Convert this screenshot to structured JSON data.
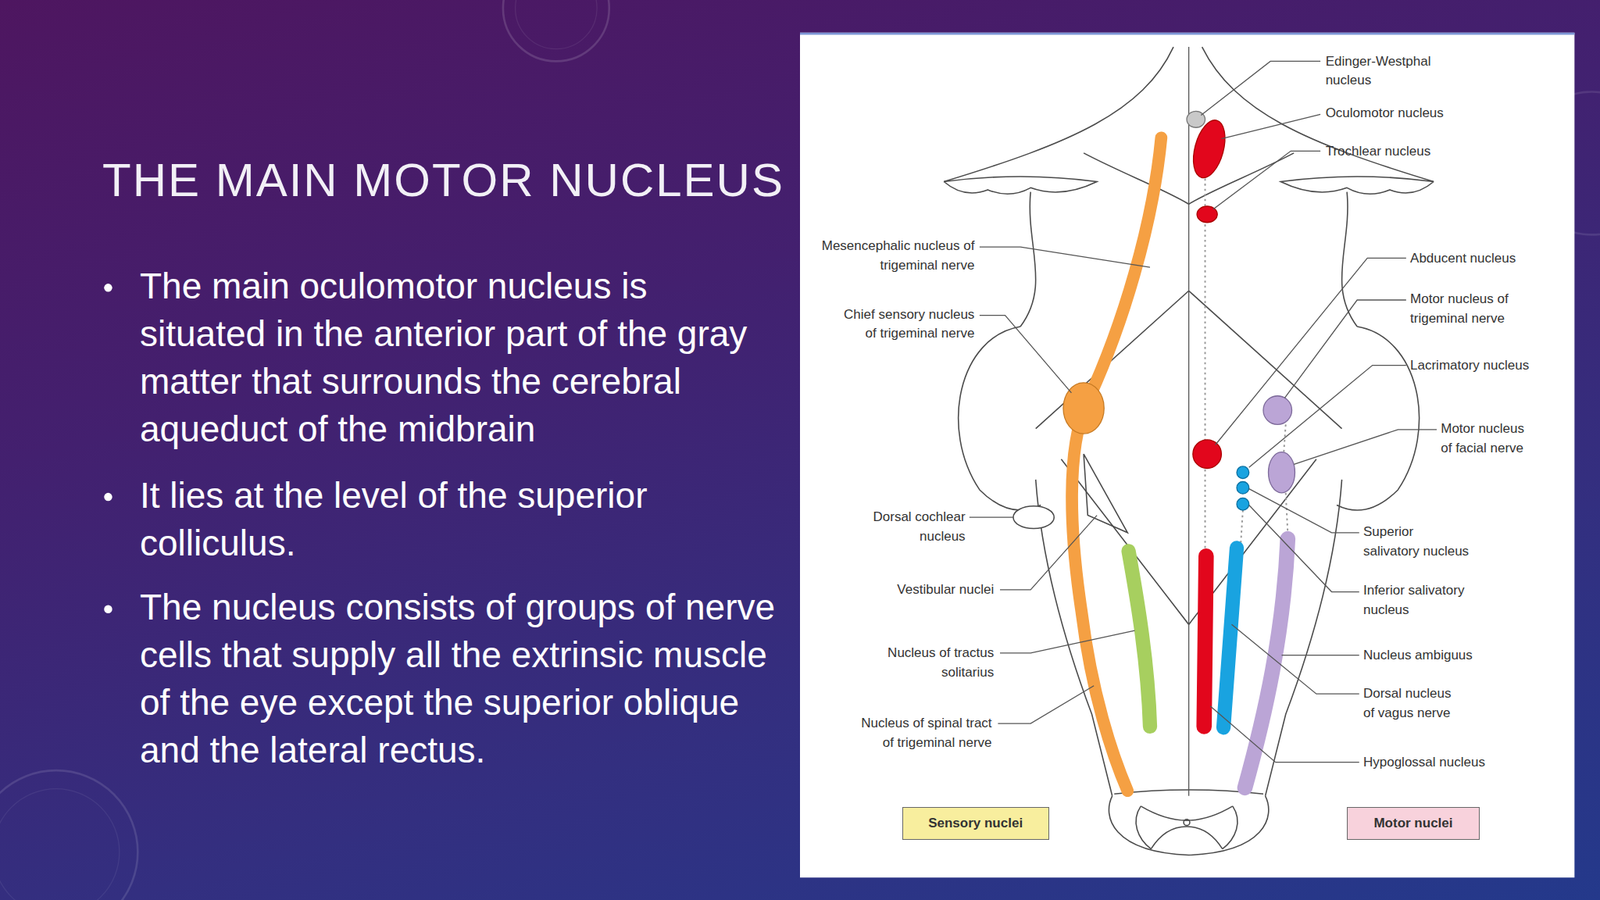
{
  "diagram": {
    "title": "THE MAIN MOTOR NUCLEUS",
    "labels": [
      "The main oculomotor nucleus is situated in the anterior part of the gray matter that surrounds the cerebral aqueduct of the midbrain",
      "It lies at the level of the superior colliculus.",
      "The nucleus consists of groups of nerve cells that supply all the extrinsic muscle of the eye except the superior oblique and the lateral rectus.",
      "Edinger-Westphal nucleus",
      "Oculomotor nucleus",
      "Trochlear nucleus",
      "Mesencephalic nucleus of trigeminal nerve",
      "Chief sensory nucleus of trigeminal nerve",
      "Abducent nucleus",
      "Motor nucleus of trigeminal nerve",
      "Lacrimatory nucleus",
      "Motor nucleus of facial nerve",
      "Dorsal cochlear nucleus",
      "Vestibular nuclei",
      "Nucleus of tractus solitarius",
      "Superior salivatory nucleus",
      "Inferior salivatory nucleus",
      "Nucleus ambiguus",
      "Nucleus of spinal tract of trigeminal nerve",
      "Dorsal nucleus of vagus nerve",
      "Hypoglossal nucleus"
    ],
    "legend": [
      {
        "text": "Sensory nuclei",
        "color": "#f8ee9e"
      },
      {
        "text": "Motor nuclei",
        "color": "#f8d2dc"
      }
    ]
  }
}
